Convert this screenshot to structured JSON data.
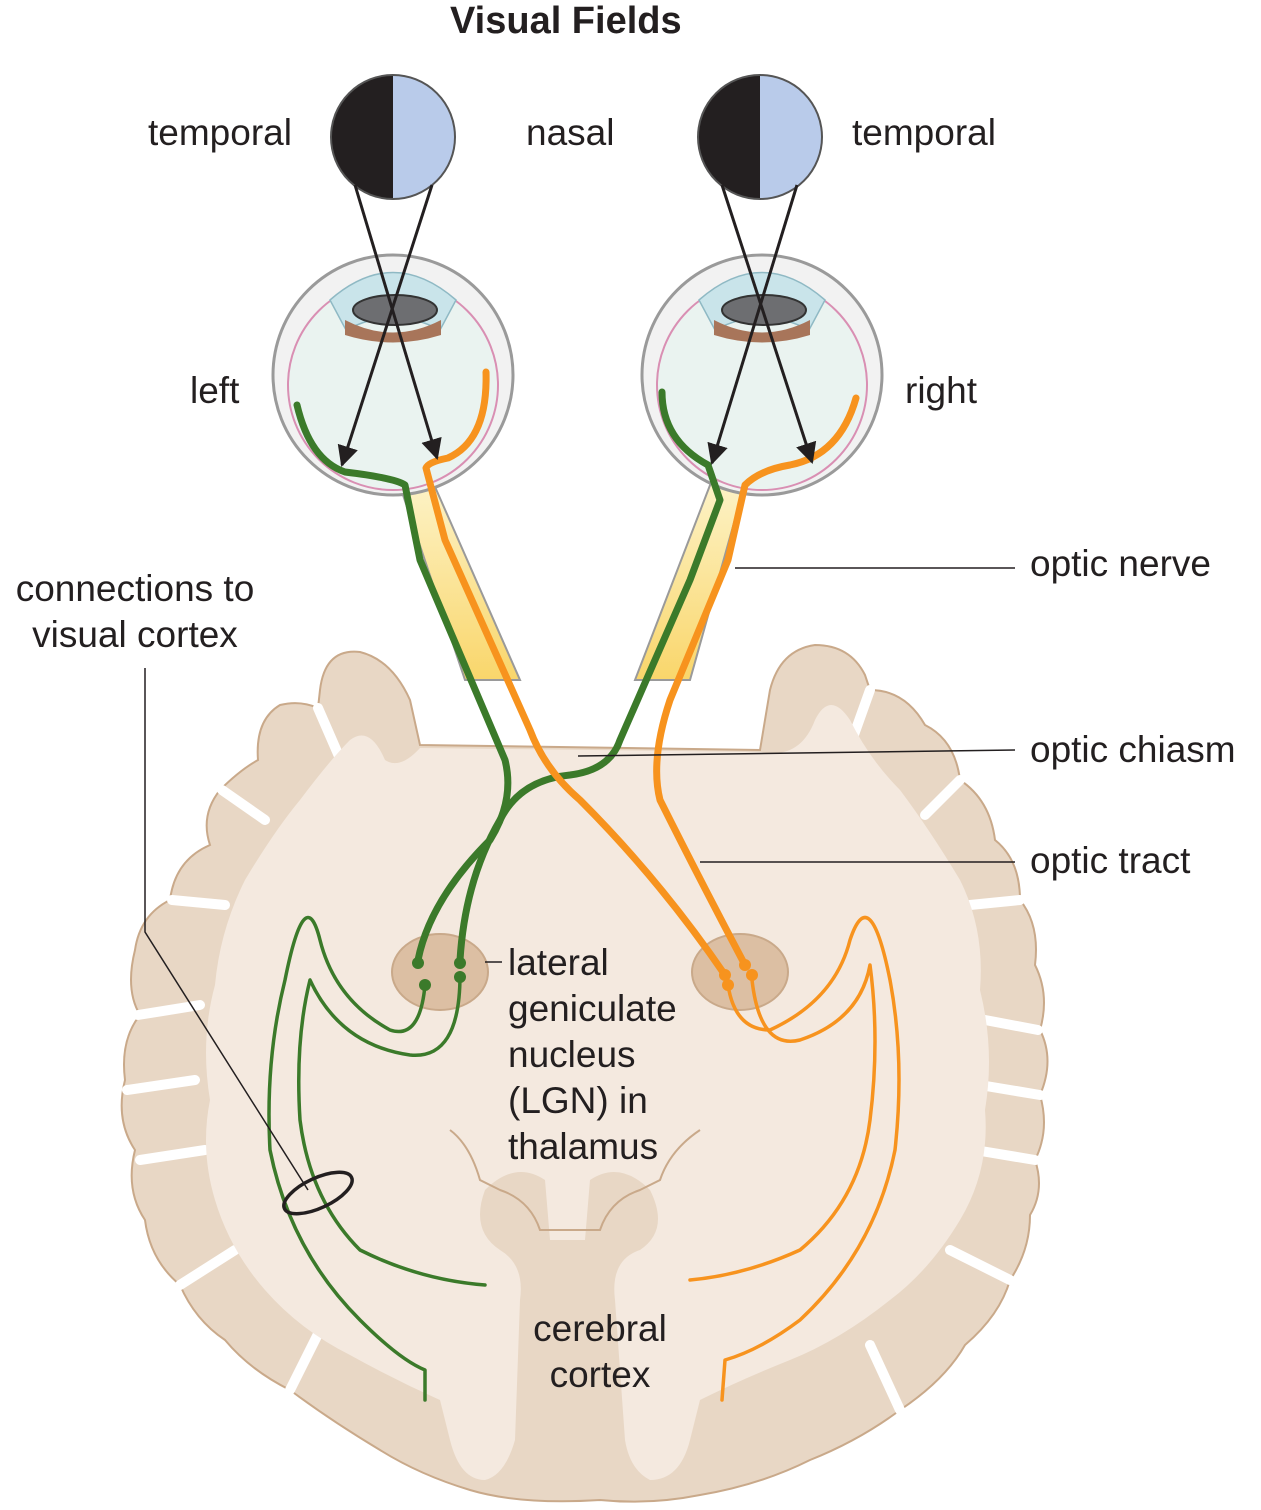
{
  "title": "Visual Fields",
  "fields": {
    "left_temporal": "temporal",
    "nasal": "nasal",
    "right_temporal": "temporal"
  },
  "eyes": {
    "left": "left",
    "right": "right"
  },
  "structures": {
    "optic_nerve": "optic nerve",
    "optic_chiasm": "optic chiasm",
    "optic_tract": "optic tract",
    "cortex_connections": [
      "connections to",
      "visual cortex"
    ],
    "lgn": [
      "lateral",
      "geniculate",
      "nucleus",
      "(LGN) in",
      "thalamus"
    ],
    "cerebral_cortex": [
      "cerebral",
      "cortex"
    ]
  },
  "colors": {
    "temporal_field": "#231f20",
    "nasal_field": "#b9cbea",
    "left_pathway": "#3b7a2a",
    "right_pathway": "#f7931e",
    "grey_matter": "#e8d7c5",
    "white_matter": "#f4e9df",
    "brain_outline": "#c9a98a",
    "lgn": "#dcbfa3",
    "optic_nerve": "#f9dc7a"
  }
}
